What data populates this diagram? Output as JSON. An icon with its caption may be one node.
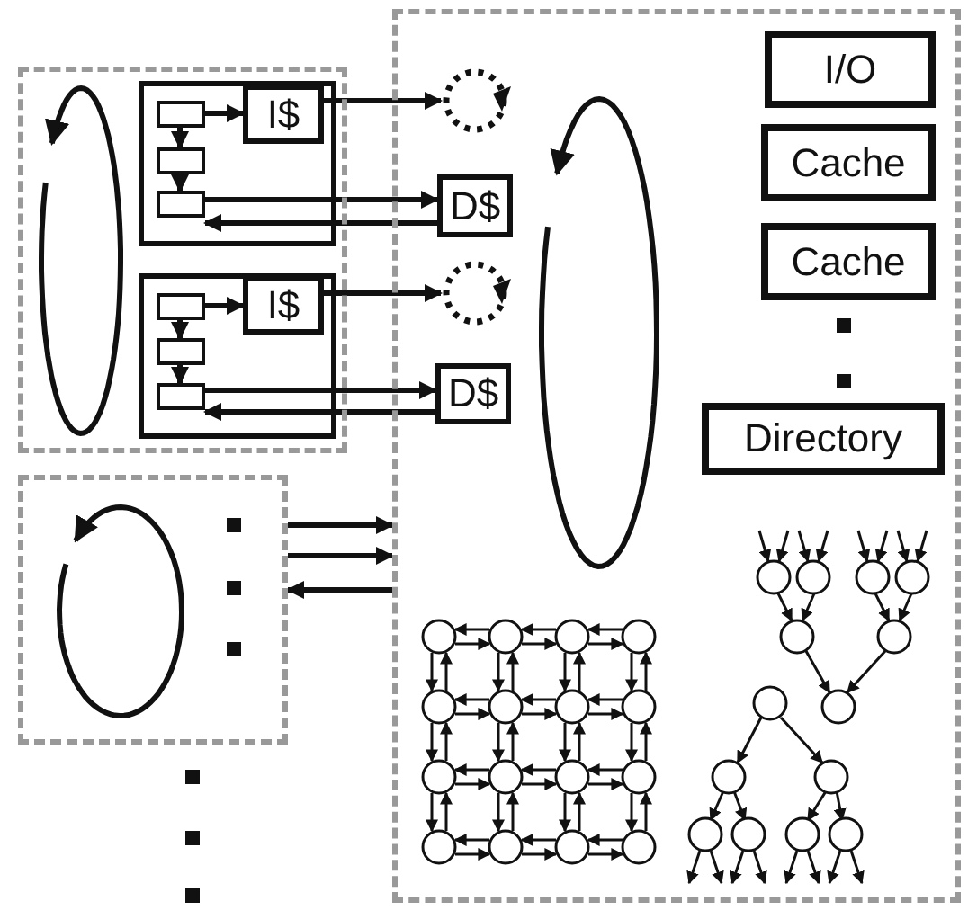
{
  "diagram": {
    "nodes": [
      {
        "text": [],
        "shape": "box"
      },
      {
        "text": [],
        "shape": "box",
        "in": 0
      },
      {
        "text": [],
        "shape": "box",
        "in": 1
      },
      {
        "text": [],
        "shape": "box",
        "in": 1
      },
      {
        "text": [],
        "shape": "box",
        "in": 1
      },
      {
        "text": [
          "I$"
        ],
        "in": 1
      },
      {
        "text": [],
        "shape": "box",
        "in": 0
      },
      {
        "text": [],
        "shape": "box",
        "in": 6
      },
      {
        "text": [],
        "shape": "box",
        "in": 6
      },
      {
        "text": [],
        "shape": "box",
        "in": 6
      },
      {
        "text": [
          "I$"
        ],
        "in": 6
      },
      {
        "text": [],
        "shape": "box"
      },
      {
        "text": [],
        "shape": "circle",
        "in": 11
      },
      {
        "text": [
          "D$"
        ],
        "in": 11
      },
      {
        "text": [],
        "shape": "circle",
        "in": 11
      },
      {
        "text": [
          "D$"
        ],
        "in": 11
      },
      {
        "text": [
          "I/O"
        ],
        "in": 11
      },
      {
        "text": [
          "Cache"
        ],
        "in": 11
      },
      {
        "text": [
          "Cache"
        ],
        "in": 11
      },
      {
        "text": [
          "Directory"
        ],
        "in": 11
      },
      {
        "text": [],
        "shape": "box"
      }
    ],
    "edges": [
      {
        "from": 2,
        "to": 5,
        "arrow": "to"
      },
      {
        "from": 2,
        "to": 3,
        "arrow": "to"
      },
      {
        "from": 3,
        "to": 4,
        "arrow": "to"
      },
      {
        "from": 5,
        "to": 12,
        "arrow": "to"
      },
      {
        "from": 4,
        "to": 13,
        "arrow": "to"
      },
      {
        "from": 13,
        "to": 4,
        "arrow": "to"
      },
      {
        "from": 7,
        "to": 10,
        "arrow": "to"
      },
      {
        "from": 7,
        "to": 8,
        "arrow": "to"
      },
      {
        "from": 8,
        "to": 9,
        "arrow": "to"
      },
      {
        "from": 10,
        "to": 14,
        "arrow": "to"
      },
      {
        "from": 9,
        "to": 15,
        "arrow": "to"
      },
      {
        "from": 15,
        "to": 9,
        "arrow": "to"
      },
      {
        "from": 20,
        "to": 11,
        "arrow": "to"
      },
      {
        "from": 20,
        "to": 11,
        "arrow": "to"
      },
      {
        "from": 11,
        "to": 20,
        "arrow": "to"
      }
    ]
  }
}
